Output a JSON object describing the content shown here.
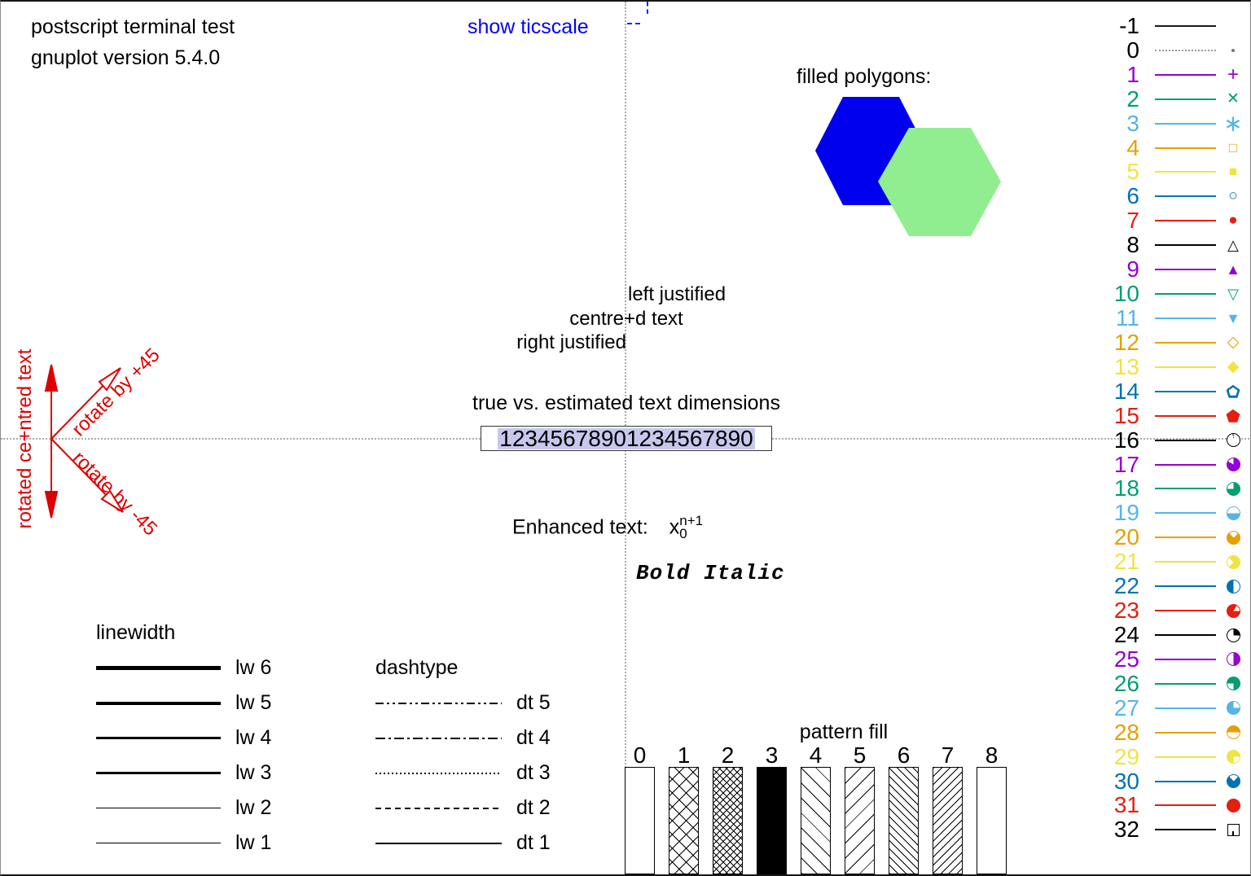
{
  "header": {
    "line1": "postscript  terminal test",
    "line2": "gnuplot version 5.4.0"
  },
  "ticscale": {
    "label": "show ticscale",
    "color": "#0000ff"
  },
  "polygons": {
    "label": "filled polygons:",
    "blue": "#0000ee",
    "green": "#90ee90"
  },
  "justify": {
    "left": "left justified",
    "centre": "centre+d text",
    "right": "right justified"
  },
  "textdim": {
    "title": "true vs. estimated text dimensions",
    "sample": "12345678901234567890",
    "highlight": "#c8c8ec"
  },
  "enhanced": {
    "prefix": "Enhanced text:",
    "base": "x",
    "sub": "0",
    "sup": "n+1"
  },
  "bold_italic": "Bold Italic",
  "rotated": {
    "color": "#dd0000",
    "centred": "rotated ce+ntred text",
    "plus45": "rotate by +45",
    "minus45": "rotate by -45"
  },
  "linewidth": {
    "title": "linewidth",
    "rows": [
      {
        "label": "lw 6",
        "weight": 5
      },
      {
        "label": "lw 5",
        "weight": 4
      },
      {
        "label": "lw 4",
        "weight": 3
      },
      {
        "label": "lw 3",
        "weight": 2.5
      },
      {
        "label": "lw 2",
        "weight": 1.5
      },
      {
        "label": "lw 1",
        "weight": 1
      }
    ]
  },
  "dashtype": {
    "title": "dashtype",
    "rows": [
      {
        "label": "dt 5",
        "dash": [
          10,
          4,
          3,
          4,
          3,
          4
        ]
      },
      {
        "label": "dt 4",
        "dash": [
          12,
          4,
          3,
          4
        ]
      },
      {
        "label": "dt 3",
        "dash": [
          2,
          3
        ]
      },
      {
        "label": "dt 2",
        "dash": [
          7,
          5
        ]
      },
      {
        "label": "dt 1",
        "dash": []
      }
    ]
  },
  "pattern": {
    "title": "pattern fill",
    "bars": [
      {
        "label": "0",
        "pattern": "none"
      },
      {
        "label": "1",
        "pattern": "cross"
      },
      {
        "label": "2",
        "pattern": "dense-cross"
      },
      {
        "label": "3",
        "pattern": "solid"
      },
      {
        "label": "4",
        "pattern": "bslash"
      },
      {
        "label": "5",
        "pattern": "fslash"
      },
      {
        "label": "6",
        "pattern": "dense-bslash"
      },
      {
        "label": "7",
        "pattern": "dense-fslash"
      },
      {
        "label": "8",
        "pattern": "none"
      }
    ]
  },
  "chart_data": {
    "type": "table",
    "title": "postscript terminal test, gnuplot version 5.4.0",
    "line_styles": [
      {
        "id": -1,
        "color": "#000000",
        "line": "solid",
        "marker": "none"
      },
      {
        "id": 0,
        "color": "#909090",
        "line": "dotted",
        "marker": "dot"
      },
      {
        "id": 1,
        "color": "#9400d3",
        "line": "solid",
        "marker": "plus"
      },
      {
        "id": 2,
        "color": "#009e73",
        "line": "solid",
        "marker": "cross"
      },
      {
        "id": 3,
        "color": "#56b4e9",
        "line": "solid",
        "marker": "asterisk"
      },
      {
        "id": 4,
        "color": "#e69f00",
        "line": "solid",
        "marker": "square-open"
      },
      {
        "id": 5,
        "color": "#f0e442",
        "line": "solid",
        "marker": "square-filled"
      },
      {
        "id": 6,
        "color": "#0072b2",
        "line": "solid",
        "marker": "circle-open"
      },
      {
        "id": 7,
        "color": "#e51e10",
        "line": "solid",
        "marker": "circle-filled"
      },
      {
        "id": 8,
        "color": "#000000",
        "line": "solid",
        "marker": "triangle-open"
      },
      {
        "id": 9,
        "color": "#9400d3",
        "line": "solid",
        "marker": "triangle-filled"
      },
      {
        "id": 10,
        "color": "#009e73",
        "line": "solid",
        "marker": "triangle-down-open"
      },
      {
        "id": 11,
        "color": "#56b4e9",
        "line": "solid",
        "marker": "triangle-down-filled"
      },
      {
        "id": 12,
        "color": "#e69f00",
        "line": "solid",
        "marker": "diamond-open"
      },
      {
        "id": 13,
        "color": "#f0e442",
        "line": "solid",
        "marker": "diamond-filled"
      },
      {
        "id": 14,
        "color": "#0072b2",
        "line": "solid",
        "marker": "pentagon-open"
      },
      {
        "id": 15,
        "color": "#e51e10",
        "line": "solid",
        "marker": "pentagon-filled"
      },
      {
        "id": 16,
        "color": "#000000",
        "line": "solid",
        "marker": "circle-pie"
      },
      {
        "id": 17,
        "color": "#9400d3",
        "line": "solid",
        "marker": "circle-pie"
      },
      {
        "id": 18,
        "color": "#009e73",
        "line": "solid",
        "marker": "circle-pie"
      },
      {
        "id": 19,
        "color": "#56b4e9",
        "line": "solid",
        "marker": "circle-pie"
      },
      {
        "id": 20,
        "color": "#e69f00",
        "line": "solid",
        "marker": "circle-pie"
      },
      {
        "id": 21,
        "color": "#f0e442",
        "line": "solid",
        "marker": "circle-pie"
      },
      {
        "id": 22,
        "color": "#0072b2",
        "line": "solid",
        "marker": "circle-pie"
      },
      {
        "id": 23,
        "color": "#e51e10",
        "line": "solid",
        "marker": "circle-pie"
      },
      {
        "id": 24,
        "color": "#000000",
        "line": "solid",
        "marker": "circle-pie"
      },
      {
        "id": 25,
        "color": "#9400d3",
        "line": "solid",
        "marker": "circle-pie"
      },
      {
        "id": 26,
        "color": "#009e73",
        "line": "solid",
        "marker": "circle-pie"
      },
      {
        "id": 27,
        "color": "#56b4e9",
        "line": "solid",
        "marker": "circle-pie"
      },
      {
        "id": 28,
        "color": "#e69f00",
        "line": "solid",
        "marker": "circle-pie"
      },
      {
        "id": 29,
        "color": "#f0e442",
        "line": "solid",
        "marker": "circle-pie"
      },
      {
        "id": 30,
        "color": "#0072b2",
        "line": "solid",
        "marker": "circle-pie"
      },
      {
        "id": 31,
        "color": "#e51e10",
        "line": "solid",
        "marker": "circle-filled"
      },
      {
        "id": 32,
        "color": "#000000",
        "line": "solid",
        "marker": "square-tick"
      }
    ]
  },
  "styles": {
    "rows": [
      {
        "label": "-1",
        "color": "#000000",
        "lineColor": "#1a1a1a",
        "lineStyle": "solid",
        "lw": 2.5,
        "marker": {
          "kind": "none"
        }
      },
      {
        "label": "0",
        "color": "#000000",
        "lineColor": "#999999",
        "lineStyle": "dotted",
        "lw": 1,
        "marker": {
          "kind": "dot"
        }
      },
      {
        "label": "1",
        "color": "#9400d3",
        "lineStyle": "solid",
        "lw": 2,
        "marker": {
          "kind": "glyph",
          "char": "+",
          "size": 24
        }
      },
      {
        "label": "2",
        "color": "#009e73",
        "lineStyle": "solid",
        "lw": 2,
        "marker": {
          "kind": "glyph",
          "char": "✕",
          "size": 19
        }
      },
      {
        "label": "3",
        "color": "#56b4e9",
        "lineStyle": "solid",
        "lw": 2,
        "marker": {
          "kind": "glyph",
          "char": "∗",
          "size": 28
        }
      },
      {
        "label": "4",
        "color": "#e69f00",
        "lineStyle": "solid",
        "lw": 2,
        "marker": {
          "kind": "glyph",
          "char": "□",
          "size": 17
        }
      },
      {
        "label": "5",
        "color": "#f0e442",
        "lineStyle": "solid",
        "lw": 2,
        "marker": {
          "kind": "glyph",
          "char": "■",
          "size": 17
        }
      },
      {
        "label": "6",
        "color": "#0072b2",
        "lineStyle": "solid",
        "lw": 2,
        "marker": {
          "kind": "glyph",
          "char": "○",
          "size": 19
        }
      },
      {
        "label": "7",
        "color": "#e51e10",
        "lineStyle": "solid",
        "lw": 2,
        "marker": {
          "kind": "glyph",
          "char": "●",
          "size": 19
        }
      },
      {
        "label": "8",
        "color": "#000000",
        "lineStyle": "solid",
        "lw": 2,
        "marker": {
          "kind": "glyph",
          "char": "△",
          "size": 18
        }
      },
      {
        "label": "9",
        "color": "#9400d3",
        "lineStyle": "solid",
        "lw": 2,
        "marker": {
          "kind": "glyph",
          "char": "▲",
          "size": 18
        }
      },
      {
        "label": "10",
        "color": "#009e73",
        "lineStyle": "solid",
        "lw": 2,
        "marker": {
          "kind": "glyph",
          "char": "▽",
          "size": 18
        }
      },
      {
        "label": "11",
        "color": "#56b4e9",
        "lineStyle": "solid",
        "lw": 2,
        "marker": {
          "kind": "glyph",
          "char": "▼",
          "size": 18
        }
      },
      {
        "label": "12",
        "color": "#e69f00",
        "lineStyle": "solid",
        "lw": 2,
        "marker": {
          "kind": "glyph",
          "char": "◇",
          "size": 19
        }
      },
      {
        "label": "13",
        "color": "#f0e442",
        "lineStyle": "solid",
        "lw": 2,
        "marker": {
          "kind": "glyph",
          "char": "◆",
          "size": 19
        }
      },
      {
        "label": "14",
        "color": "#0072b2",
        "lineStyle": "solid",
        "lw": 2,
        "marker": {
          "kind": "pentagon",
          "open": true
        }
      },
      {
        "label": "15",
        "color": "#e51e10",
        "lineStyle": "solid",
        "lw": 2,
        "marker": {
          "kind": "pentagon",
          "open": false
        }
      },
      {
        "label": "16",
        "color": "#000000",
        "lineStyle": "solid",
        "lw": 2,
        "marker": {
          "kind": "pie",
          "start": 352,
          "sweep": 8
        }
      },
      {
        "label": "17",
        "color": "#9400d3",
        "lineStyle": "solid",
        "lw": 2,
        "marker": {
          "kind": "pie",
          "start": 0,
          "sweep": 300
        }
      },
      {
        "label": "18",
        "color": "#009e73",
        "lineStyle": "solid",
        "lw": 2,
        "marker": {
          "kind": "pie",
          "start": 0,
          "sweep": 270
        }
      },
      {
        "label": "19",
        "color": "#56b4e9",
        "lineStyle": "solid",
        "lw": 2,
        "marker": {
          "kind": "pie",
          "start": 90,
          "sweep": 180
        }
      },
      {
        "label": "20",
        "color": "#e69f00",
        "lineStyle": "solid",
        "lw": 2,
        "marker": {
          "kind": "pie",
          "start": 45,
          "sweep": 270
        }
      },
      {
        "label": "21",
        "color": "#f0e442",
        "lineStyle": "solid",
        "lw": 2,
        "marker": {
          "kind": "pie",
          "start": 315,
          "sweep": 270
        }
      },
      {
        "label": "22",
        "color": "#0072b2",
        "lineStyle": "solid",
        "lw": 2,
        "marker": {
          "kind": "pie",
          "start": 180,
          "sweep": 180
        }
      },
      {
        "label": "23",
        "color": "#e51e10",
        "lineStyle": "solid",
        "lw": 2,
        "marker": {
          "kind": "pie",
          "start": 90,
          "sweep": 300
        }
      },
      {
        "label": "24",
        "color": "#000000",
        "lineStyle": "solid",
        "lw": 2,
        "marker": {
          "kind": "pie",
          "start": 0,
          "sweep": 90
        }
      },
      {
        "label": "25",
        "color": "#9400d3",
        "lineStyle": "solid",
        "lw": 2,
        "marker": {
          "kind": "pie",
          "start": 0,
          "sweep": 180
        }
      },
      {
        "label": "26",
        "color": "#009e73",
        "lineStyle": "solid",
        "lw": 2,
        "marker": {
          "kind": "pie",
          "start": 270,
          "sweep": 270
        }
      },
      {
        "label": "27",
        "color": "#56b4e9",
        "lineStyle": "solid",
        "lw": 2,
        "marker": {
          "kind": "pie",
          "start": 90,
          "sweep": 270
        }
      },
      {
        "label": "28",
        "color": "#e69f00",
        "lineStyle": "solid",
        "lw": 2,
        "marker": {
          "kind": "pie",
          "start": 270,
          "sweep": 180
        }
      },
      {
        "label": "29",
        "color": "#f0e442",
        "lineStyle": "solid",
        "lw": 2,
        "marker": {
          "kind": "pie",
          "start": 180,
          "sweep": 270
        }
      },
      {
        "label": "30",
        "color": "#0072b2",
        "lineStyle": "solid",
        "lw": 2,
        "marker": {
          "kind": "pie",
          "start": 45,
          "sweep": 270
        }
      },
      {
        "label": "31",
        "color": "#e51e10",
        "lineStyle": "solid",
        "lw": 2,
        "marker": {
          "kind": "pie",
          "start": 0,
          "sweep": 360
        }
      },
      {
        "label": "32",
        "color": "#000000",
        "lineStyle": "solid",
        "lw": 2,
        "marker": {
          "kind": "square-tick"
        }
      }
    ]
  }
}
